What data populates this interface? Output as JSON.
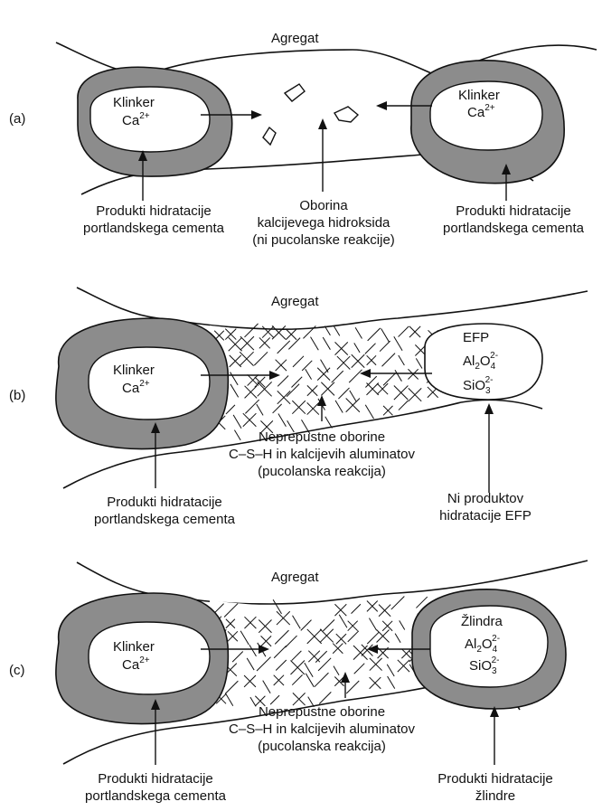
{
  "colors": {
    "shell": "#8c8c8c",
    "line": "#111111",
    "background": "#ffffff"
  },
  "panels": [
    {
      "letter": "(a)",
      "aggregate": "Agregat",
      "left_core": {
        "line1": "Klinker",
        "line2": "Ca",
        "sup2": "2+"
      },
      "right_core": {
        "line1": "Klinker",
        "line2": "Ca",
        "sup2": "2+"
      },
      "middle_label": [
        "Oborina",
        "kalcijevega hidroksida",
        "(ni pucolanske reakcije)"
      ],
      "left_label": [
        "Produkti hidratacije",
        "portlandskega cementa"
      ],
      "right_label": [
        "Produkti hidratacije",
        "portlandskega cementa"
      ]
    },
    {
      "letter": "(b)",
      "aggregate": "Agregat",
      "left_core": {
        "line1": "Klinker",
        "line2": "Ca",
        "sup2": "2+"
      },
      "right_core": {
        "line1": "EFP",
        "al": "Al",
        "al_sub": "2",
        "o": "O",
        "o_sub": "4",
        "o_sup": "2-",
        "si": "SiO",
        "si_sub": "3",
        "si_sup": "2-"
      },
      "middle_label": [
        "Neprepustne oborine",
        "C–S–H in kalcijevih aluminatov",
        "(pucolanska reakcija)"
      ],
      "left_label": [
        "Produkti hidratacije",
        "portlandskega cementa"
      ],
      "right_label": [
        "Ni produktov",
        "hidratacije EFP"
      ]
    },
    {
      "letter": "(c)",
      "aggregate": "Agregat",
      "left_core": {
        "line1": "Klinker",
        "line2": "Ca",
        "sup2": "2+"
      },
      "right_core": {
        "line1": "Žlindra",
        "al": "Al",
        "al_sub": "2",
        "o": "O",
        "o_sub": "4",
        "o_sup": "2-",
        "si": "SiO",
        "si_sub": "3",
        "si_sup": "2-"
      },
      "middle_label": [
        "Neprepustne oborine",
        "C–S–H in kalcijevih aluminatov",
        "(pucolanska reakcija)"
      ],
      "left_label": [
        "Produkti hidratacije",
        "portlandskega cementa"
      ],
      "right_label": [
        "Produkti hidratacije",
        "žlindre"
      ]
    }
  ]
}
